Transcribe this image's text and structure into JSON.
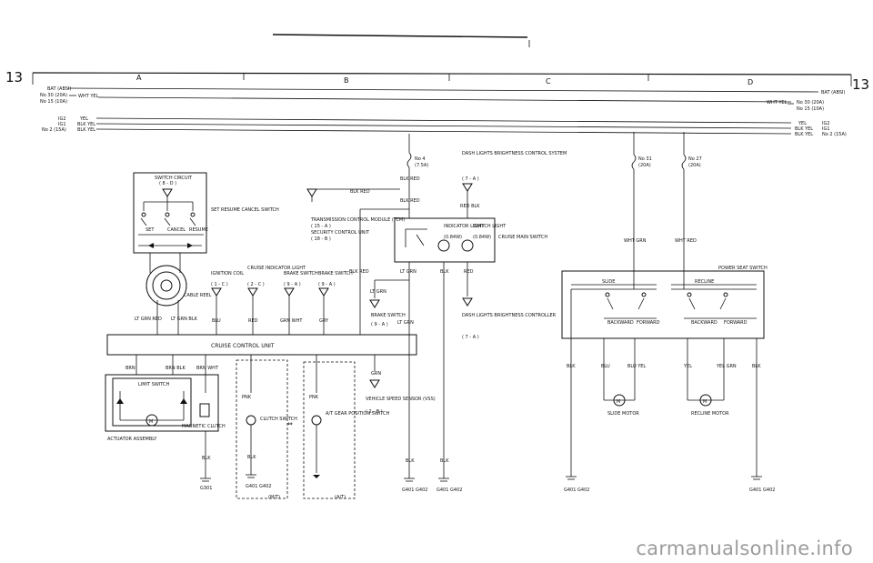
{
  "page": {
    "number_left": "13",
    "number_right": "13",
    "columns": [
      "A",
      "B",
      "C",
      "D"
    ]
  },
  "buses": {
    "bat": "BAT (ABSI)",
    "fuse_30_left": "No 30 (20A)",
    "fuse_15_left": "No 15 (10A)",
    "wht_yel": "WHT YEL",
    "ig2": "IG2",
    "ig1": "IG1",
    "fuse_2_left": "No 2 (15A)",
    "yel": "YEL",
    "blk_yel": "BLK YEL",
    "fuse_30_right": "No 30 (20A)",
    "fuse_15_right": "No 15 (10A)",
    "fuse_2_right": "No 2 (15A)"
  },
  "switch_circuit": {
    "title": "SWITCH CIRCUIT",
    "ref": "( 8 - D )",
    "set": "SET",
    "cancel": "CANCEL",
    "resume": "RESUME",
    "side_label": "SET RESUME CANCEL SWITCH",
    "cable_reel": "CABLE REEL",
    "wire_a": "LT GRN RED",
    "wire_b": "LT GRN BLK"
  },
  "components": {
    "ignition_coil": "IGNITION COIL",
    "ignition_ref": "( 1 - C )",
    "cruise_light": "CRUISE INDICATOR LIGHT",
    "cruise_light_ref": "( 2 - C )",
    "brake_switch_1": "BRAKE SWITCH",
    "brake_switch_1_ref": "( 9 - A )",
    "brake_switch_2": "BRAKE SWITCH",
    "brake_switch_2_ref": "( 9 - A )",
    "blu": "BLU",
    "red": "RED",
    "grn_wht": "GRN WHT",
    "gry": "GRY"
  },
  "transmission": {
    "label": "TRANSMISSION CONTROL MODULE (TCM)",
    "ref": "( 15 - A )",
    "security": "SECURITY CONTROL UNIT",
    "security_ref": "( 18 - B )",
    "blk_red": "BLK RED"
  },
  "fuse_4": {
    "label": "No 4",
    "amps": "(7.5A)",
    "wire": "BLK RED"
  },
  "dash_lights_top": {
    "label": "DASH LIGHTS BRIGHTNESS CONTROL SYSTEM",
    "ref": "( 7 - A )",
    "wire": "RED BLK"
  },
  "cruise_main": {
    "indicator": "INDICATOR LIGHT",
    "ind_rating": "(0.84W)",
    "switch_light": "SWITCH LIGHT",
    "sw_rating": "(0.84W)",
    "name": "CRUISE MAIN SWITCH",
    "lt_grn": "LT GRN",
    "blk": "BLK",
    "red": "RED"
  },
  "brake_sw_3": {
    "label": "BRAKE SWITCH",
    "ref": "( 9 - A )",
    "wire": "LT GRN"
  },
  "dash_lights_bottom": {
    "label": "DASH LIGHTS BRIGHTNESS CONTROLLER",
    "ref": "( 7 - A )"
  },
  "control_unit": {
    "label": "CRUISE CONTROL UNIT",
    "wire_brn": "BRN",
    "wire_brn_blk": "BRN BLK",
    "wire_brn_wht": "BRN WHT"
  },
  "actuator": {
    "label": "ACTUATOR ASSEMBLY",
    "limit_switch": "LIMIT SWITCH",
    "clutch": "MAGNETIC CLUTCH",
    "ground_wire": "BLK",
    "ground": "G301"
  },
  "clutch_switch": {
    "wire": "PNK",
    "label": "CLUTCH SWITCH",
    "ground_wire": "BLK",
    "ground": "G401 G402",
    "type": "(M/T)"
  },
  "at_gear": {
    "wire": "PNK",
    "label": "A/T GEAR POSITION SWITCH",
    "type": "(A/T)"
  },
  "vehicle_speed": {
    "wire": "GRN",
    "label": "VEHICLE SPEED SENSOR (VSS)",
    "ref": "( 2 - B )"
  },
  "grounds": {
    "g1_wire": "BLK",
    "g1": "G401 G402",
    "g2_wire": "BLK",
    "g2": "G401 G402",
    "lt_grn": "LT GRN",
    "g3": "G401 G402",
    "g4": "G401 G402"
  },
  "power_seat": {
    "fuse_31": "No 31",
    "fuse_31_amps": "(20A)",
    "fuse_27": "No 27",
    "fuse_27_amps": "(20A)",
    "wht_grn": "WHT GRN",
    "wht_red": "WHT RED",
    "title": "POWER SEAT SWITCH",
    "slide": "SLIDE",
    "recline": "RECLINE",
    "backward": "BACKWARD",
    "forward": "FORWARD",
    "wire_blk": "BLK",
    "wire_blu": "BLU",
    "wire_blu_yel": "BLU YEL",
    "wire_yel": "YEL",
    "wire_yel_grn": "YEL GRN",
    "wire_blk2": "BLK",
    "slide_motor": "SLIDE MOTOR",
    "recline_motor": "RECLINE MOTOR"
  },
  "watermark": "carmanualsonline.info"
}
